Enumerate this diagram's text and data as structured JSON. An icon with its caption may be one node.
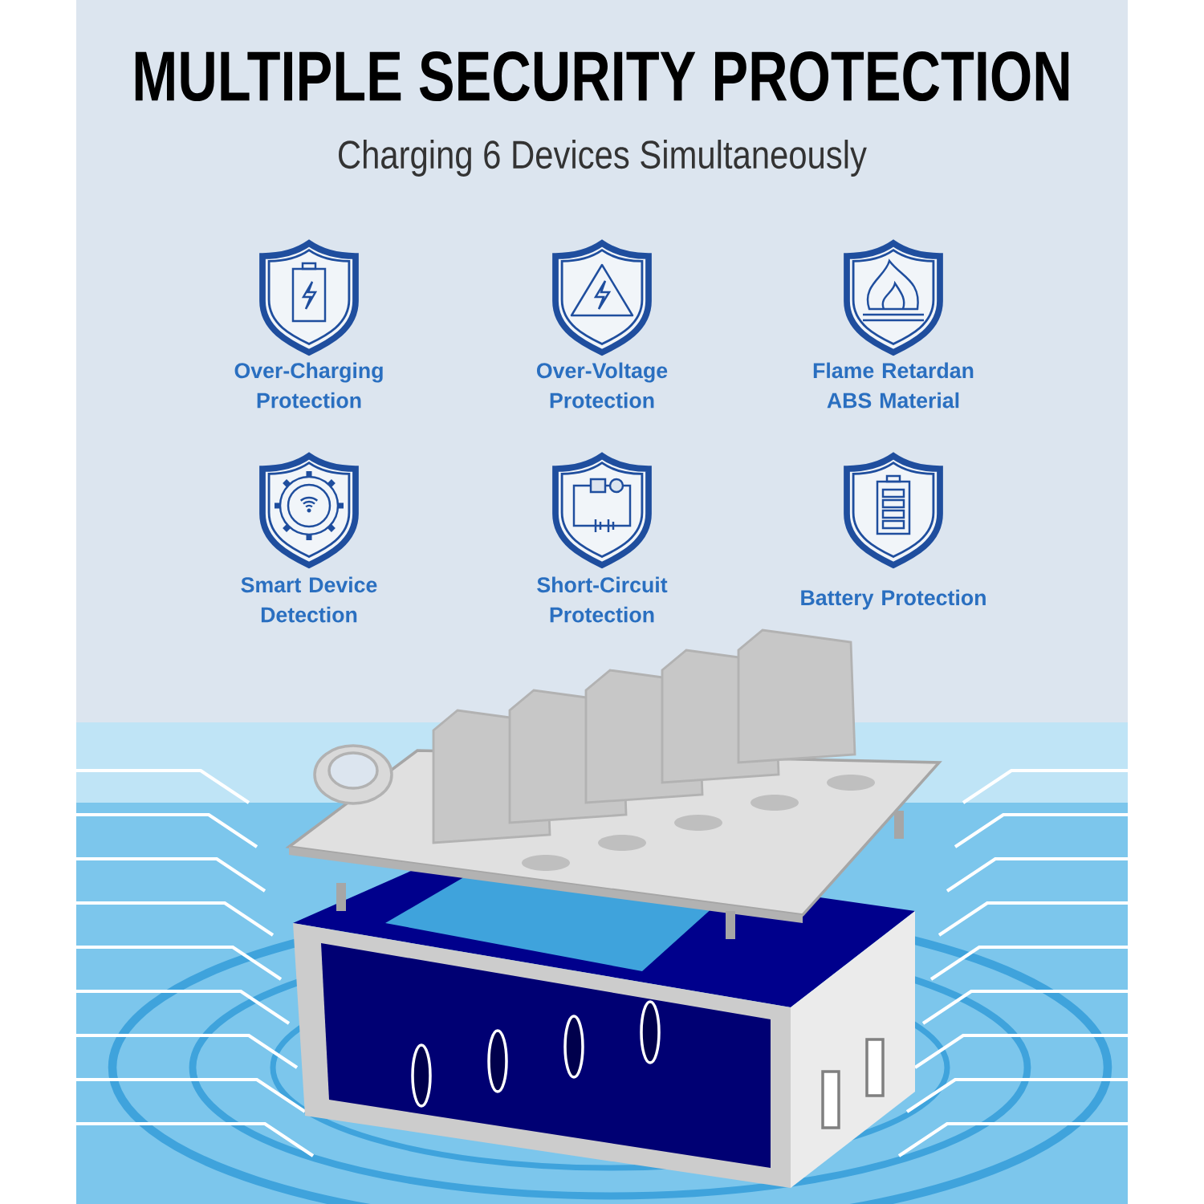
{
  "diagram": {
    "title": "MULTIPLE SECURITY PROTECTION",
    "labels": [
      "Charging 6 Devices Simultaneously",
      "Over-Charging Protection",
      "Over-Voltage Protection",
      "Flame Retardan ABS Material",
      "Smart Device Detection",
      "Short-Circuit Protection",
      "Battery Protection"
    ]
  }
}
